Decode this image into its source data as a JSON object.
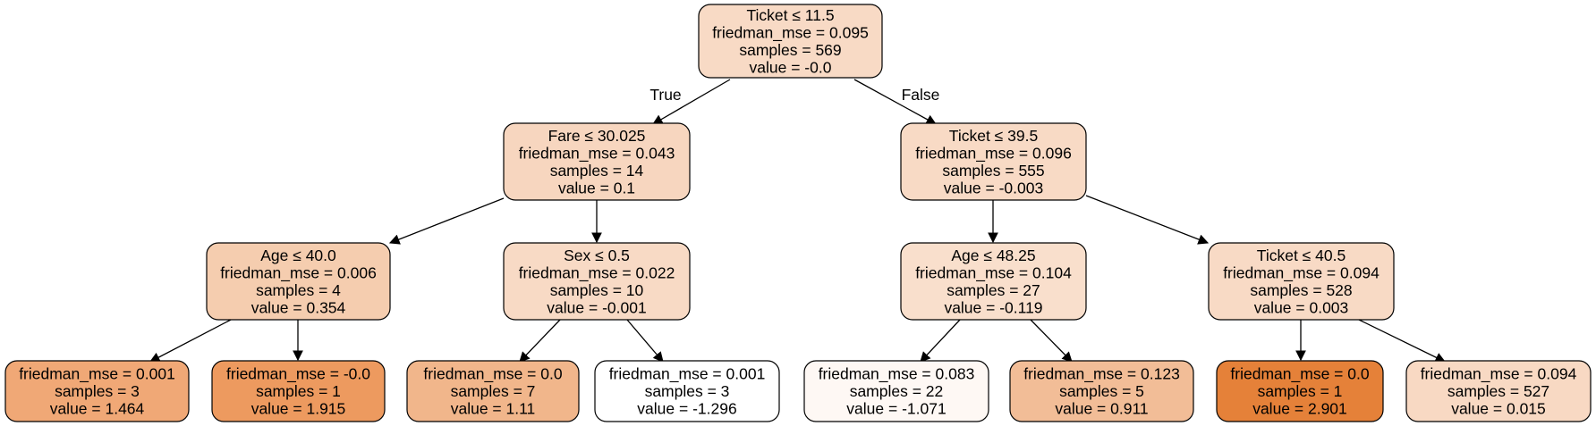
{
  "edge_labels": {
    "true": "True",
    "false": "False"
  },
  "nodes": {
    "n0": {
      "lines": [
        "Ticket ≤ 11.5",
        "friedman_mse = 0.095",
        "samples = 569",
        "value = -0.0"
      ],
      "fill": "#f8dac5"
    },
    "n1": {
      "lines": [
        "Fare ≤ 30.025",
        "friedman_mse = 0.043",
        "samples = 14",
        "value = 0.1"
      ],
      "fill": "#f7d6bf"
    },
    "n2": {
      "lines": [
        "Ticket ≤ 39.5",
        "friedman_mse = 0.096",
        "samples = 555",
        "value = -0.003"
      ],
      "fill": "#f8dac5"
    },
    "n3": {
      "lines": [
        "Age ≤ 40.0",
        "friedman_mse = 0.006",
        "samples = 4",
        "value = 0.354"
      ],
      "fill": "#f5cdaf"
    },
    "n4": {
      "lines": [
        "Sex ≤ 0.5",
        "friedman_mse = 0.022",
        "samples = 10",
        "value = -0.001"
      ],
      "fill": "#f8dac5"
    },
    "n5": {
      "lines": [
        "Age ≤ 48.25",
        "friedman_mse = 0.104",
        "samples = 27",
        "value = -0.119"
      ],
      "fill": "#f9dfcc"
    },
    "n6": {
      "lines": [
        "Ticket ≤ 40.5",
        "friedman_mse = 0.094",
        "samples = 528",
        "value = 0.003"
      ],
      "fill": "#f8dac5"
    },
    "n7": {
      "lines": [
        "friedman_mse = 0.001",
        "samples = 3",
        "value = 1.464"
      ],
      "fill": "#f0a876"
    },
    "n8": {
      "lines": [
        "friedman_mse = -0.0",
        "samples = 1",
        "value = 1.915"
      ],
      "fill": "#ed9a5f"
    },
    "n9": {
      "lines": [
        "friedman_mse = 0.0",
        "samples = 7",
        "value = 1.11"
      ],
      "fill": "#f1b68b"
    },
    "n10": {
      "lines": [
        "friedman_mse = 0.001",
        "samples = 3",
        "value = -1.296"
      ],
      "fill": "#ffffff"
    },
    "n11": {
      "lines": [
        "friedman_mse = 0.083",
        "samples = 22",
        "value = -1.071"
      ],
      "fill": "#fef8f4"
    },
    "n12": {
      "lines": [
        "friedman_mse = 0.123",
        "samples = 5",
        "value = 0.911"
      ],
      "fill": "#f2bd97"
    },
    "n13": {
      "lines": [
        "friedman_mse = 0.0",
        "samples = 1",
        "value = 2.901"
      ],
      "fill": "#e58139"
    },
    "n14": {
      "lines": [
        "friedman_mse = 0.094",
        "samples = 527",
        "value = 0.015"
      ],
      "fill": "#f8d9c3"
    }
  }
}
